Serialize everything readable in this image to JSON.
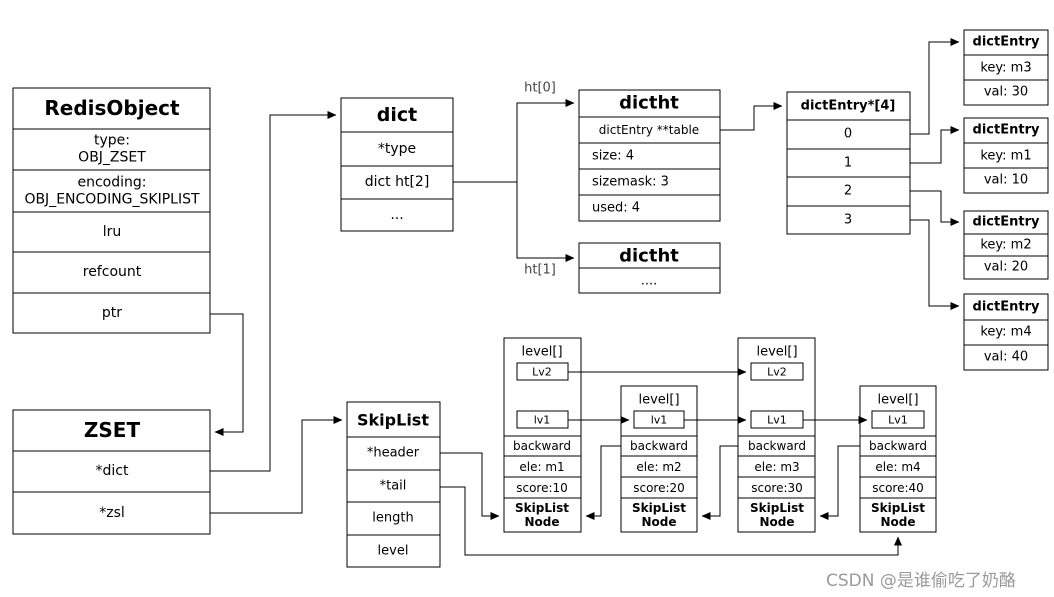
{
  "redis_object": {
    "title": "RedisObject",
    "type": "type:\nOBJ_ZSET",
    "encoding": "encoding:\nOBJ_ENCODING_SKIPLIST",
    "lru": "lru",
    "refcount": "refcount",
    "ptr": "ptr"
  },
  "zset": {
    "title": "ZSET",
    "dict": "*dict",
    "zsl": "*zsl"
  },
  "dict": {
    "title": "dict",
    "type": "*type",
    "ht": "dict ht[2]",
    "more": "..."
  },
  "ht_labels": {
    "ht0": "ht[0]",
    "ht1": "ht[1]"
  },
  "dictht0": {
    "title": "dictht",
    "table": "dictEntry **table",
    "size": "size: 4",
    "sizemask": "sizemask: 3",
    "used": "used: 4"
  },
  "dictht1": {
    "title": "dictht",
    "more": "...."
  },
  "entry_array": {
    "title": "dictEntry*[4]",
    "slots": [
      "0",
      "1",
      "2",
      "3"
    ]
  },
  "entries": [
    {
      "title": "dictEntry",
      "key": "key: m3",
      "val": "val: 30"
    },
    {
      "title": "dictEntry",
      "key": "key: m1",
      "val": "val: 10"
    },
    {
      "title": "dictEntry",
      "key": "key: m2",
      "val": "val: 20"
    },
    {
      "title": "dictEntry",
      "key": "key: m4",
      "val": "val: 40"
    }
  ],
  "skiplist": {
    "title": "SkipList",
    "header": "*header",
    "tail": "*tail",
    "length": "length",
    "level": "level"
  },
  "nodes": [
    {
      "level_title": "level[]",
      "levels": [
        "Lv2",
        "lv1"
      ],
      "backward": "backward",
      "ele": "ele: m1",
      "score": "score:10",
      "label": "SkipList\nNode"
    },
    {
      "level_title": "level[]",
      "levels": [
        "lv1"
      ],
      "backward": "backward",
      "ele": "ele: m2",
      "score": "score:20",
      "label": "SkipList\nNode"
    },
    {
      "level_title": "level[]",
      "levels": [
        "Lv2",
        "Lv1"
      ],
      "backward": "backward",
      "ele": "ele: m3",
      "score": "score:30",
      "label": "SkipList\nNode"
    },
    {
      "level_title": "level[]",
      "levels": [
        "Lv1"
      ],
      "backward": "backward",
      "ele": "ele: m4",
      "score": "score:40",
      "label": "SkipList\nNode"
    }
  ],
  "watermark": "CSDN @是谁偷吃了奶酪",
  "colors": {
    "line": "#000000",
    "background": "#ffffff",
    "watermark": "#9a9a9a"
  }
}
